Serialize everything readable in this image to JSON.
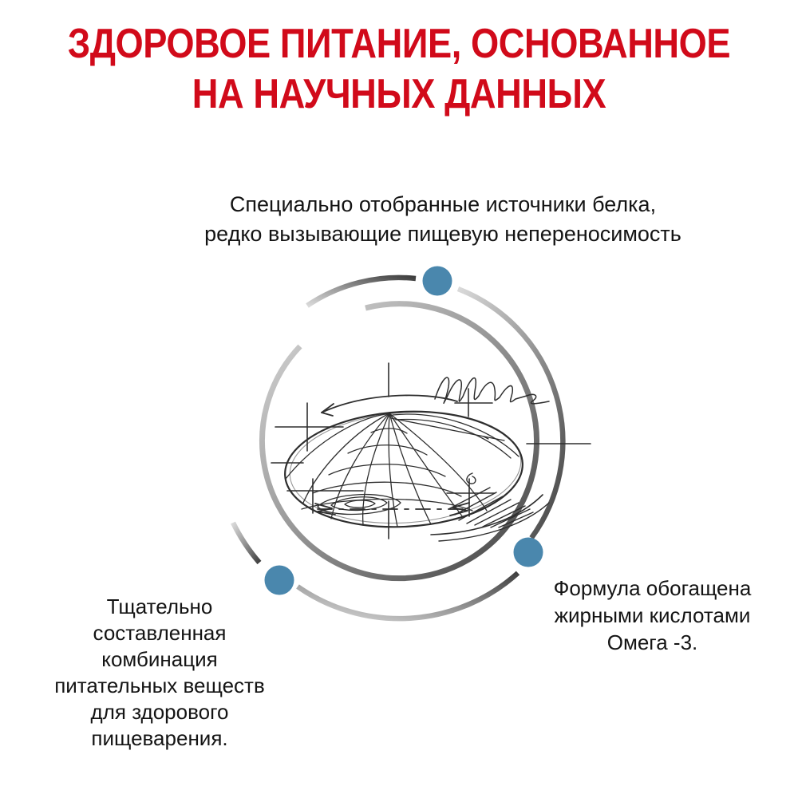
{
  "title": {
    "text": "ЗДОРОВОЕ ПИТАНИЕ, ОСНОВАННОЕ\nНА НАУЧНЫХ ДАННЫХ"
  },
  "callouts": {
    "top": {
      "text": "Специально отобранные источники белка,\nредко вызывающие пищевую непереносимость"
    },
    "bottom_left": {
      "text": "Тщательно\nсоставленная\nкомбинация\nпитательных веществ\nдля здорового\nпищеварения."
    },
    "bottom_right": {
      "text": "Формула обогащена\nжирными кислотами\nОмега -3."
    }
  },
  "diagram": {
    "illustration": "kibble-technical-sketch",
    "dots": [
      "top",
      "bottom-right",
      "bottom-left"
    ]
  },
  "colors": {
    "accent_red": "#d10a1a",
    "dot_blue": "#4a87ad",
    "arc_light": "#dadada",
    "arc_dark": "#3f3f3f",
    "text": "#141414"
  }
}
